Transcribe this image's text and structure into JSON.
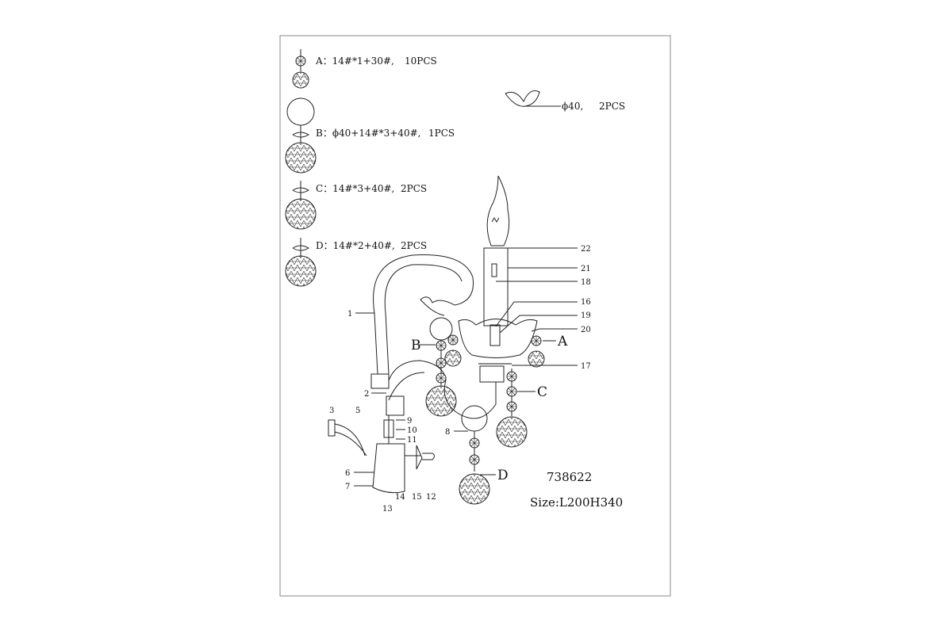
{
  "parts": [
    {
      "text": "A：14#*1+30#,",
      "qty": "10PCS"
    },
    {
      "text": "B：ϕ40+14#*3+40#,",
      "qty": "1PCS"
    },
    {
      "text": "C：14#*3+40#,",
      "qty": "2PCS"
    },
    {
      "text": "D：14#*2+40#,",
      "qty": "2PCS"
    }
  ],
  "ring": {
    "text": "ϕ40,",
    "qty": "2PCS"
  },
  "callouts": {
    "n1": "1",
    "n2": "2",
    "n3": "3",
    "n5": "5",
    "n6": "6",
    "n7": "7",
    "n8": "8",
    "n9": "9",
    "n10": "10",
    "n11": "11",
    "n12": "12",
    "n13": "13",
    "n14": "14",
    "n15": "15",
    "n16": "16",
    "n17": "17",
    "n18": "18",
    "n19": "19",
    "n20": "20",
    "n21": "21",
    "n22": "22",
    "A": "A",
    "B": "B",
    "C": "C",
    "D": "D"
  },
  "model": "738622",
  "size": "Size:L200H340"
}
